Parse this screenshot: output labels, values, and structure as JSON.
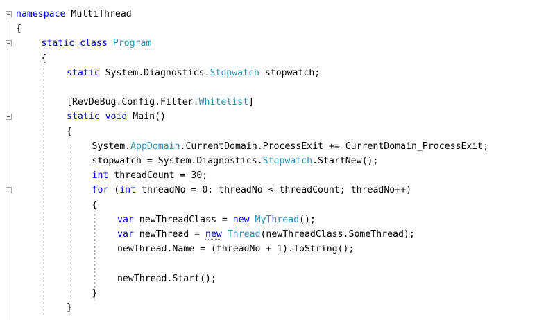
{
  "editor": {
    "colors": {
      "keyword": "#0000ff",
      "type": "#2b91af",
      "text": "#000000",
      "background": "#ffffff",
      "outline": "#a5a5a5"
    },
    "lines": [
      {
        "indent": 0,
        "tokens": [
          {
            "t": "namespace",
            "c": "kw"
          },
          {
            "t": " MultiThread",
            "c": "tx"
          }
        ]
      },
      {
        "indent": 0,
        "tokens": [
          {
            "t": "{",
            "c": "tx"
          }
        ]
      },
      {
        "indent": 1,
        "tokens": [
          {
            "t": "static",
            "c": "kw"
          },
          {
            "t": " ",
            "c": "tx"
          },
          {
            "t": "class",
            "c": "kw"
          },
          {
            "t": " ",
            "c": "tx"
          },
          {
            "t": "Program",
            "c": "ty"
          }
        ]
      },
      {
        "indent": 1,
        "tokens": [
          {
            "t": "{",
            "c": "tx"
          }
        ]
      },
      {
        "indent": 2,
        "tokens": [
          {
            "t": "static",
            "c": "kw"
          },
          {
            "t": " System.Diagnostics.",
            "c": "tx"
          },
          {
            "t": "Stopwatch",
            "c": "ty"
          },
          {
            "t": " stopwatch;",
            "c": "tx"
          }
        ]
      },
      {
        "indent": 0,
        "tokens": []
      },
      {
        "indent": 2,
        "tokens": [
          {
            "t": "[RevDeBug.Config.Filter.",
            "c": "tx"
          },
          {
            "t": "Whitelist",
            "c": "ty"
          },
          {
            "t": "]",
            "c": "tx"
          }
        ]
      },
      {
        "indent": 2,
        "tokens": [
          {
            "t": "static",
            "c": "kw"
          },
          {
            "t": " ",
            "c": "tx"
          },
          {
            "t": "void",
            "c": "kw"
          },
          {
            "t": " Main()",
            "c": "tx"
          }
        ]
      },
      {
        "indent": 2,
        "tokens": [
          {
            "t": "{",
            "c": "tx"
          }
        ]
      },
      {
        "indent": 3,
        "tokens": [
          {
            "t": "System.",
            "c": "tx"
          },
          {
            "t": "AppDomain",
            "c": "ty"
          },
          {
            "t": ".CurrentDomain.ProcessExit += CurrentDomain_ProcessExit;",
            "c": "tx"
          }
        ]
      },
      {
        "indent": 3,
        "tokens": [
          {
            "t": "stopwatch = System.Diagnostics.",
            "c": "tx"
          },
          {
            "t": "Stopwatch",
            "c": "ty"
          },
          {
            "t": ".StartNew();",
            "c": "tx"
          }
        ]
      },
      {
        "indent": 3,
        "tokens": [
          {
            "t": "int",
            "c": "kw"
          },
          {
            "t": " threadCount = 30;",
            "c": "tx"
          }
        ]
      },
      {
        "indent": 3,
        "tokens": [
          {
            "t": "for",
            "c": "kw"
          },
          {
            "t": " (",
            "c": "tx"
          },
          {
            "t": "int",
            "c": "kw"
          },
          {
            "t": " threadNo = 0; threadNo < threadCount; threadNo++)",
            "c": "tx"
          }
        ]
      },
      {
        "indent": 3,
        "tokens": [
          {
            "t": "{",
            "c": "tx"
          }
        ]
      },
      {
        "indent": 4,
        "tokens": [
          {
            "t": "var",
            "c": "kw"
          },
          {
            "t": " newThreadClass = ",
            "c": "tx"
          },
          {
            "t": "new",
            "c": "kw"
          },
          {
            "t": " ",
            "c": "tx"
          },
          {
            "t": "MyThread",
            "c": "ty"
          },
          {
            "t": "();",
            "c": "tx"
          }
        ]
      },
      {
        "indent": 4,
        "tokens": [
          {
            "t": "var",
            "c": "kw"
          },
          {
            "t": " newThread = ",
            "c": "tx"
          },
          {
            "t": "new",
            "c": "kw",
            "squiggle": true
          },
          {
            "t": " ",
            "c": "tx"
          },
          {
            "t": "Thread",
            "c": "ty"
          },
          {
            "t": "(newThreadClass.SomeThread);",
            "c": "tx"
          }
        ]
      },
      {
        "indent": 4,
        "tokens": [
          {
            "t": "newThread.Name = (threadNo + 1).ToString();",
            "c": "tx"
          }
        ]
      },
      {
        "indent": 0,
        "tokens": []
      },
      {
        "indent": 4,
        "tokens": [
          {
            "t": "newThread.Start();",
            "c": "tx"
          }
        ]
      },
      {
        "indent": 3,
        "tokens": [
          {
            "t": "}",
            "c": "tx"
          }
        ]
      },
      {
        "indent": 2,
        "tokens": [
          {
            "t": "}",
            "c": "tx"
          }
        ]
      }
    ]
  }
}
